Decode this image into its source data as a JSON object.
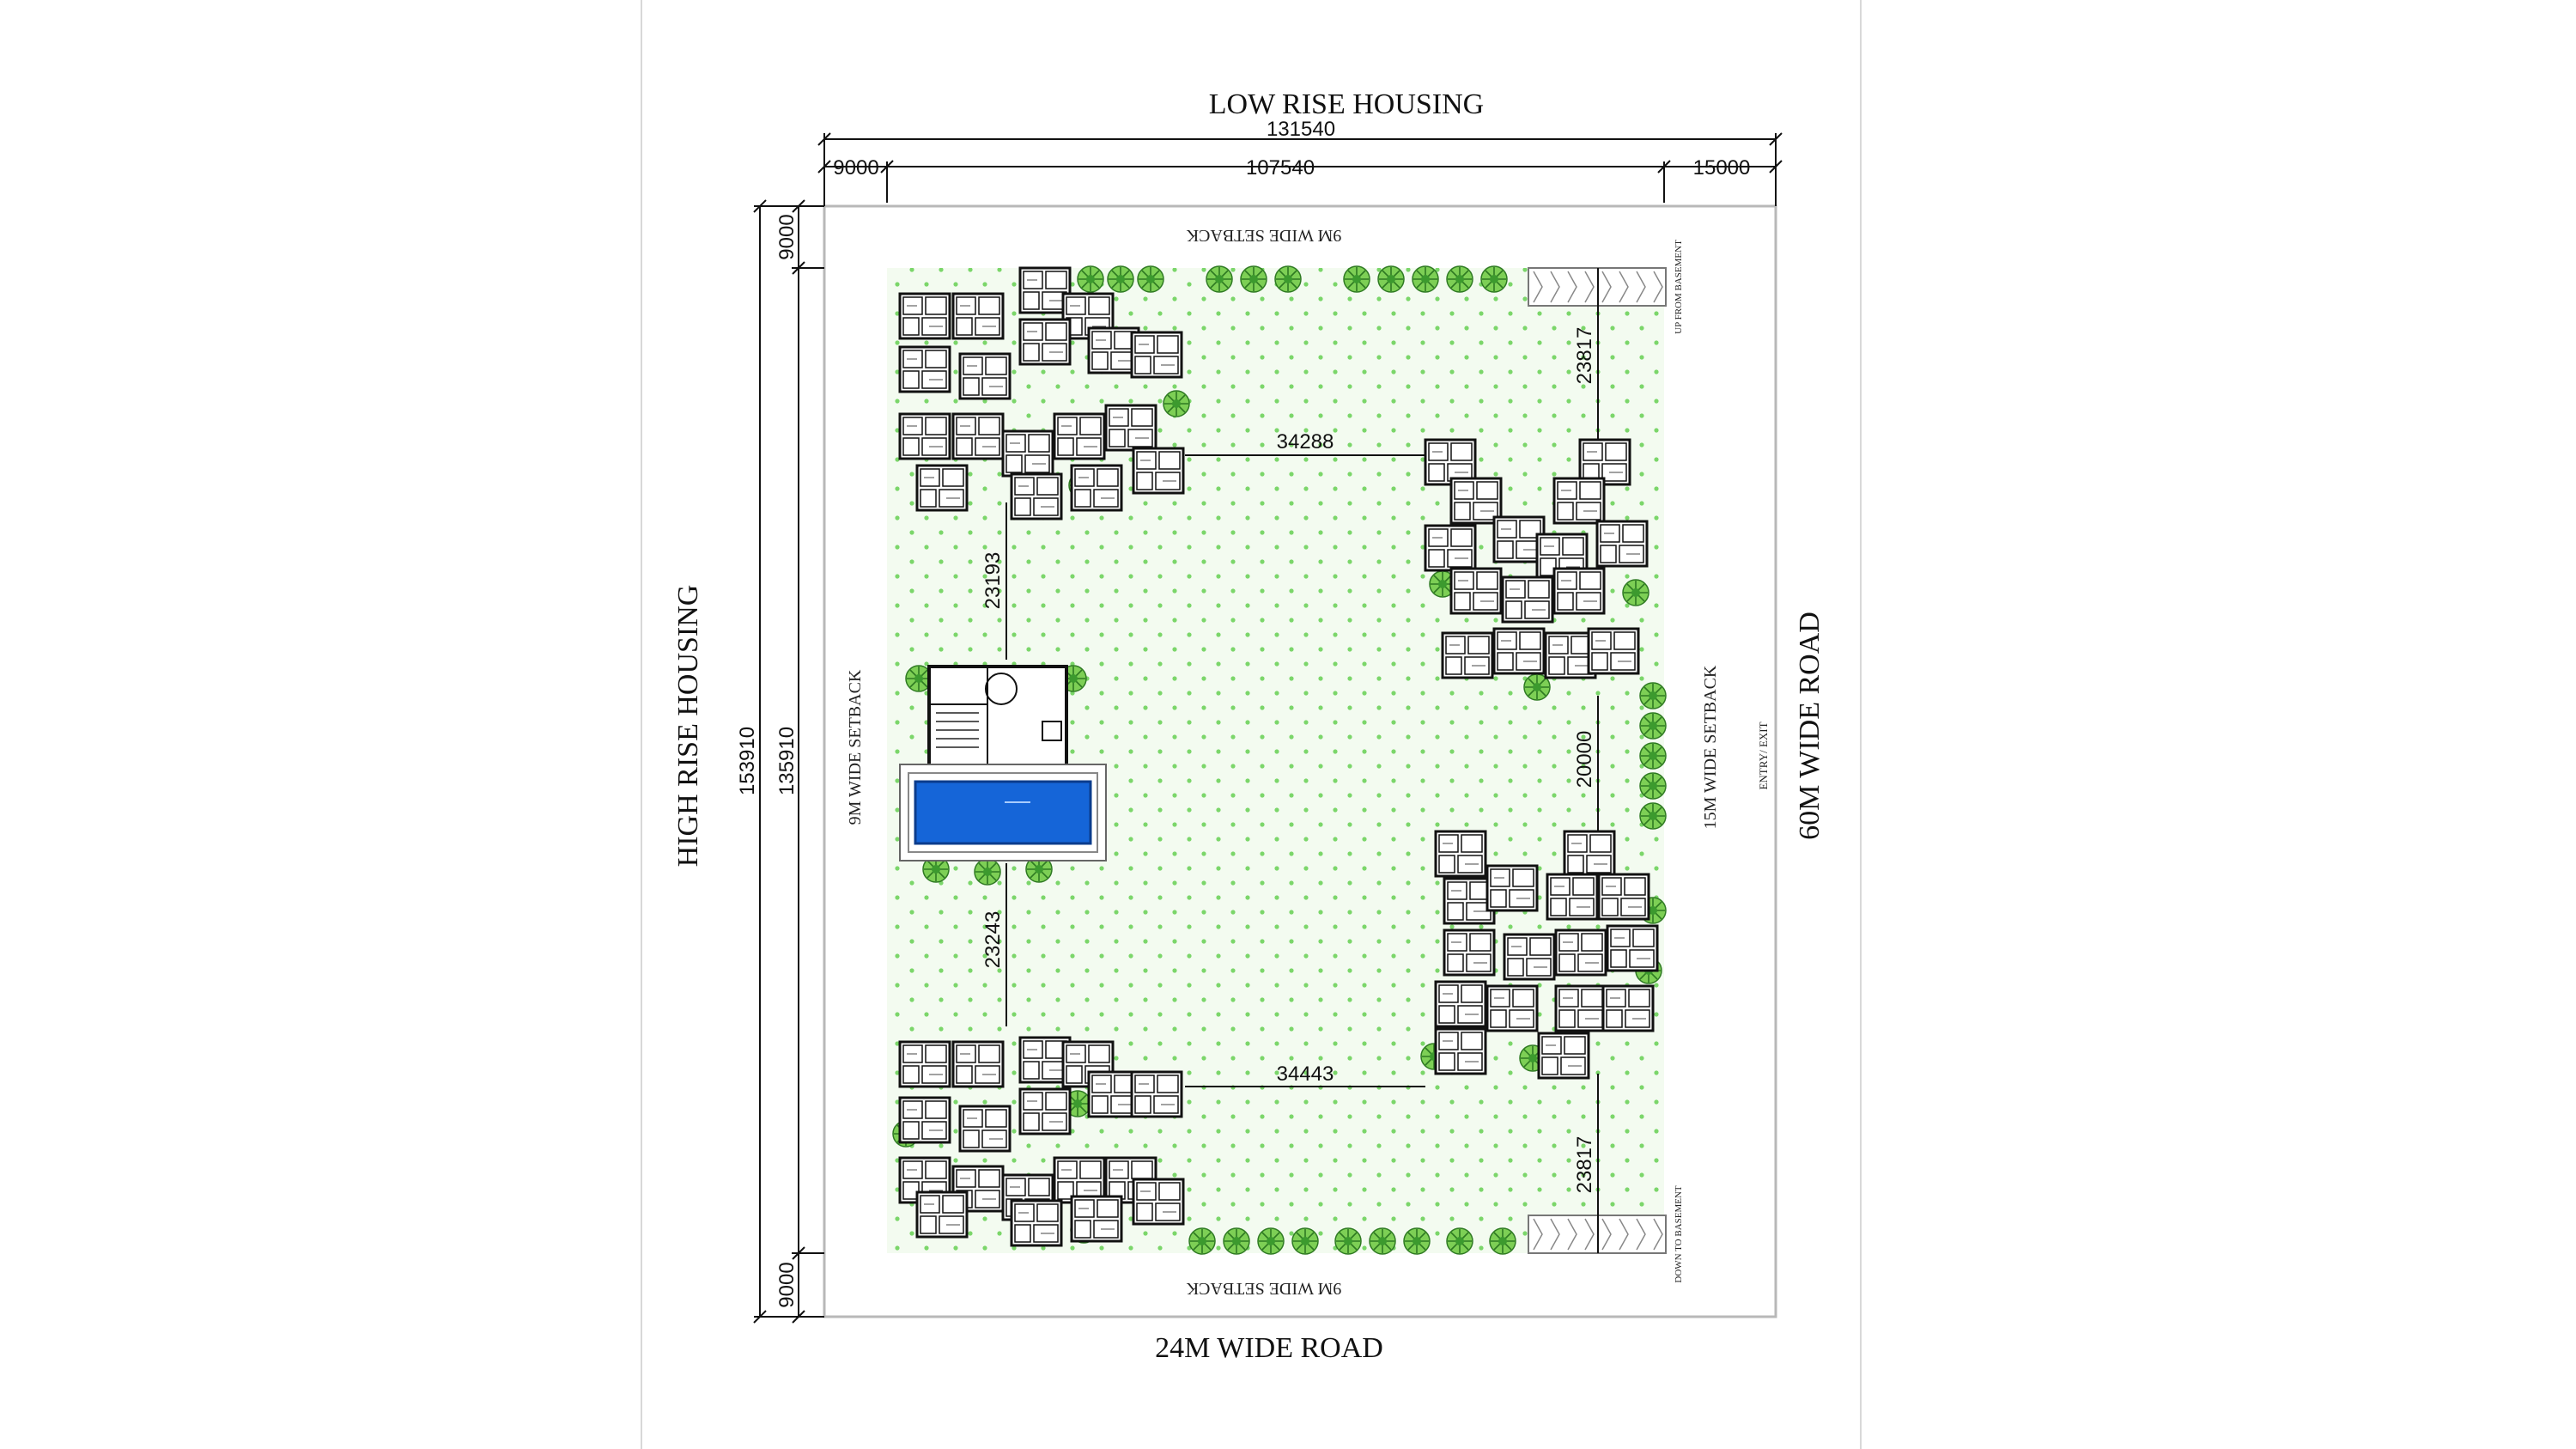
{
  "labels": {
    "top_road": "LOW RISE HOUSING",
    "left_road": "HIGH RISE HOUSING",
    "right_road": "60M WIDE ROAD",
    "bottom_road": "24M WIDE ROAD",
    "setback_top": "9M WIDE SETBACK",
    "setback_bottom": "9M WIDE SETBACK",
    "setback_left": "9M WIDE SETBACK",
    "setback_right": "15M WIDE SETBACK",
    "entry_exit": "ENTRY/ EXIT",
    "ramp_up": "UP FROM BASEMENT",
    "ramp_down": "DOWN TO BASEMENT"
  },
  "dimensions": {
    "overall_width": "131540",
    "left_setback": "9000",
    "inner_width": "107540",
    "right_setback": "15000",
    "overall_height": "153910",
    "inner_height": "135910",
    "top_setback": "9000",
    "bottom_setback": "9000",
    "d_top_right_vertical": "23817",
    "d_top_horizontal": "34288",
    "d_left_upper": "23193",
    "d_right_middle": "20000",
    "d_left_lower": "23243",
    "d_bottom_horizontal": "34443",
    "d_bottom_right_vertical": "23817"
  },
  "colors": {
    "background": "#ffffff",
    "site_fill": "#f3fbf0",
    "dot_green": "#7bd66a",
    "tree_green": "#3c9a2e",
    "building_line": "#111111",
    "pool_blue": "#1565d8"
  }
}
